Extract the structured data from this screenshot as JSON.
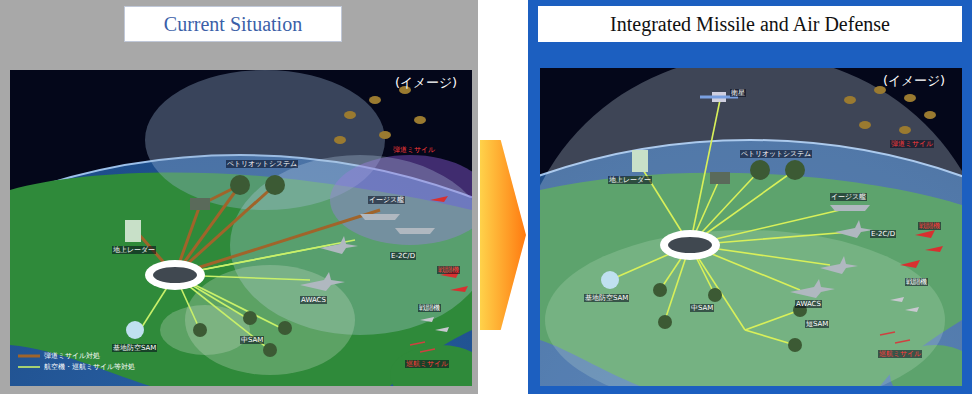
{
  "diagram": {
    "nodes": [
      {
        "text": [
          "Current Situation",
          "(イメージ)"
        ]
      },
      {
        "text": [
          "Integrated Missile and Air Defense",
          "(イメージ)"
        ]
      }
    ],
    "edges": [
      {
        "from": 0,
        "to": 1,
        "arrow": "to"
      }
    ],
    "labels": [
      "弾道ミサイル",
      "ペトリオットシステム",
      "イージス艦",
      "E-2C/D",
      "AWACS",
      "戦闘機",
      "戦闘機",
      "地上レーダー",
      "基地防空SAM",
      "中SAM",
      "巡航ミサイル",
      "衛星",
      "弾道ミサイル",
      "ペトリオットシステム",
      "イージス艦",
      "E-2C/D",
      "戦闘機",
      "AWACS",
      "戦闘機",
      "地上レーダー",
      "基地防空SAM",
      "中SAM",
      "短SAM",
      "巡航ミサイル"
    ],
    "legend": [
      {
        "text": "弾道ミサイル対処"
      },
      {
        "text": "航空機・巡航ミサイル等対処"
      }
    ]
  }
}
